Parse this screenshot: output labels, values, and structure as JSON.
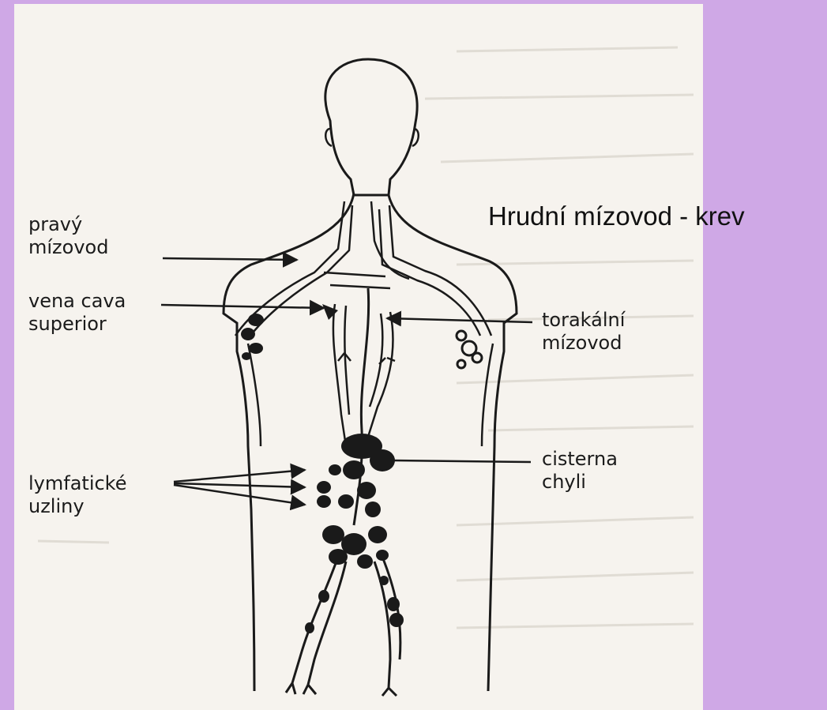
{
  "slide": {
    "caption": "Hrudní mízovod - krev",
    "background_color": "#cfa8e6"
  },
  "diagram": {
    "labels": {
      "right_duct": {
        "line1": "pravý",
        "line2": "mízovod"
      },
      "vena_cava": {
        "line1": "vena cava",
        "line2": "superior"
      },
      "thoracic_duct": {
        "line1": "torakální",
        "line2": "mízovod"
      },
      "cisterna": {
        "line1": "cisterna",
        "line2": "chyli"
      },
      "nodes": {
        "line1": "lymfatické",
        "line2": "uzliny"
      }
    }
  }
}
